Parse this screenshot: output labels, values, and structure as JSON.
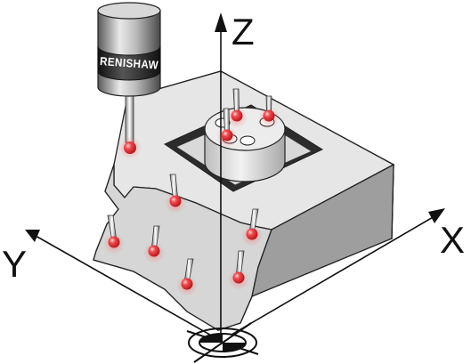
{
  "axes": {
    "z_label": "Z",
    "x_label": "X",
    "y_label": "Y"
  },
  "probe": {
    "brand": "RENISHAW"
  },
  "colors": {
    "block_top": "#e6e6e6",
    "block_front": "#cfcfcf",
    "block_right": "#9e9e9e",
    "outline": "#222222",
    "contact_point": "#e8363a",
    "axis_line": "#111111"
  },
  "icons": [
    "touch-probe-icon",
    "stylus-icon",
    "datum-symbol-icon"
  ]
}
